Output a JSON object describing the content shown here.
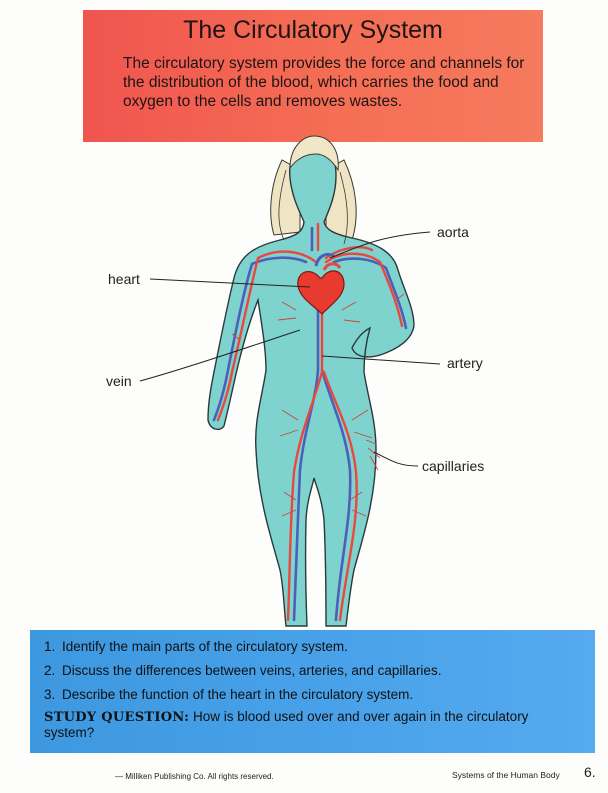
{
  "header": {
    "title": "The Circulatory System",
    "description": "The circulatory system provides the force and channels for the distribution of the blood, which carries the food and oxygen to the cells and removes wastes."
  },
  "diagram": {
    "labels": {
      "aorta": "aorta",
      "heart": "heart",
      "artery": "artery",
      "vein": "vein",
      "capillaries": "capillaries"
    },
    "colors": {
      "body": "#7fd3cf",
      "body_outline": "#2a3a3a",
      "artery": "#e8483e",
      "vein": "#4e5fb8",
      "heart": "#e83a2e",
      "hair": "#f1e6c8"
    }
  },
  "questions": {
    "items": [
      {
        "num": "1.",
        "text": "Identify the main parts of the circulatory system."
      },
      {
        "num": "2.",
        "text": "Discuss the differences between veins, arteries, and capillaries."
      },
      {
        "num": "3.",
        "text": "Describe the function of the heart in the circulatory system."
      }
    ],
    "study_label": "STUDY QUESTION:",
    "study_text": "How is blood used over and over again in the circulatory system?"
  },
  "footer": {
    "left": "— Milliken Publishing Co. All rights reserved.",
    "right": "Systems of the Human Body",
    "page": "6."
  }
}
